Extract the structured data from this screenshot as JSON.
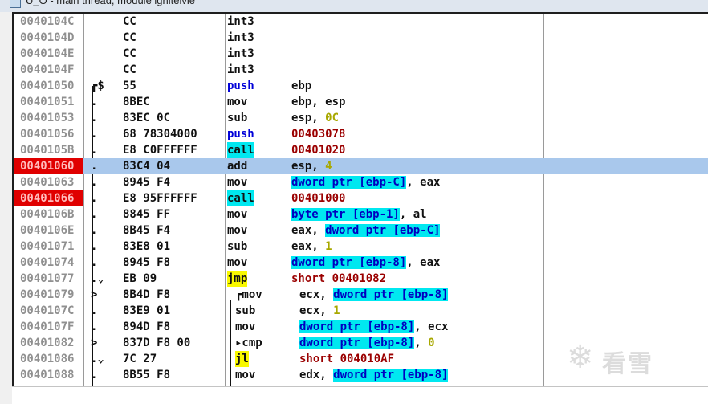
{
  "window": {
    "title": "U_O - main thread, module ignitelvie"
  },
  "rows": [
    {
      "addr": "0040104C",
      "marker": "",
      "hex": "CC",
      "mnemonic": "int3",
      "ops": []
    },
    {
      "addr": "0040104D",
      "marker": "",
      "hex": "CC",
      "mnemonic": "int3",
      "ops": []
    },
    {
      "addr": "0040104E",
      "marker": "",
      "hex": "CC",
      "mnemonic": "int3",
      "ops": []
    },
    {
      "addr": "0040104F",
      "marker": "",
      "hex": "CC",
      "mnemonic": "int3",
      "ops": []
    },
    {
      "addr": "00401050",
      "marker": "┏$",
      "hex": "55",
      "mnemonic": "push",
      "mnemonic_style": "push",
      "ops": [
        {
          "t": "ebp"
        }
      ]
    },
    {
      "addr": "00401051",
      "marker": ".",
      "hex": "8BEC",
      "mnemonic": "mov",
      "ops": [
        {
          "t": "ebp, esp"
        }
      ]
    },
    {
      "addr": "00401053",
      "marker": ".",
      "hex": "83EC 0C",
      "mnemonic": "sub",
      "ops": [
        {
          "t": "esp, "
        },
        {
          "t": "0C",
          "s": "yel"
        }
      ]
    },
    {
      "addr": "00401056",
      "marker": ".",
      "hex": "68 78304000",
      "mnemonic": "push",
      "mnemonic_style": "push",
      "ops": [
        {
          "t": "00403078",
          "s": "red"
        }
      ]
    },
    {
      "addr": "0040105B",
      "marker": ".",
      "hex": "E8 C0FFFFFF",
      "mnemonic": "call",
      "mnemonic_style": "call",
      "ops": [
        {
          "t": "00401020",
          "s": "red"
        }
      ]
    },
    {
      "addr": "00401060",
      "marker": ".",
      "hex": "83C4 04",
      "mnemonic": "add",
      "selected": true,
      "breakpoint": true,
      "ops": [
        {
          "t": "esp, "
        },
        {
          "t": "4",
          "s": "yel"
        }
      ]
    },
    {
      "addr": "00401063",
      "marker": ".",
      "hex": "8945 F4",
      "mnemonic": "mov",
      "ops": [
        {
          "t": "dword ptr [ebp-C]",
          "s": "mem"
        },
        {
          "t": ", eax"
        }
      ]
    },
    {
      "addr": "00401066",
      "marker": ".",
      "hex": "E8 95FFFFFF",
      "mnemonic": "call",
      "mnemonic_style": "call",
      "breakpoint": true,
      "ops": [
        {
          "t": "00401000",
          "s": "red"
        }
      ]
    },
    {
      "addr": "0040106B",
      "marker": ".",
      "hex": "8845 FF",
      "mnemonic": "mov",
      "ops": [
        {
          "t": "byte ptr [ebp-1]",
          "s": "mem"
        },
        {
          "t": ", al"
        }
      ]
    },
    {
      "addr": "0040106E",
      "marker": ".",
      "hex": "8B45 F4",
      "mnemonic": "mov",
      "ops": [
        {
          "t": "eax, "
        },
        {
          "t": "dword ptr [ebp-C]",
          "s": "mem"
        }
      ]
    },
    {
      "addr": "00401071",
      "marker": ".",
      "hex": "83E8 01",
      "mnemonic": "sub",
      "ops": [
        {
          "t": "eax, "
        },
        {
          "t": "1",
          "s": "yel"
        }
      ]
    },
    {
      "addr": "00401074",
      "marker": ".",
      "hex": "8945 F8",
      "mnemonic": "mov",
      "ops": [
        {
          "t": "dword ptr [ebp-8]",
          "s": "mem"
        },
        {
          "t": ", eax"
        }
      ]
    },
    {
      "addr": "00401077",
      "marker": ".⌄",
      "hex": "EB 09",
      "mnemonic": "jmp",
      "mnemonic_style": "jmp",
      "ops": [
        {
          "t": "short 00401082",
          "s": "red"
        }
      ]
    },
    {
      "addr": "00401079",
      "marker": ">",
      "hex": "8B4D F8",
      "mnemonic": "┏mov",
      "indent": true,
      "ops": [
        {
          "t": "ecx, "
        },
        {
          "t": "dword ptr [ebp-8]",
          "s": "mem"
        }
      ]
    },
    {
      "addr": "0040107C",
      "marker": ".",
      "hex": "83E9 01",
      "mnemonic": "sub",
      "indent": true,
      "ops": [
        {
          "t": "ecx, "
        },
        {
          "t": "1",
          "s": "yel"
        }
      ]
    },
    {
      "addr": "0040107F",
      "marker": ".",
      "hex": "894D F8",
      "mnemonic": "mov",
      "indent": true,
      "ops": [
        {
          "t": "dword ptr [ebp-8]",
          "s": "mem"
        },
        {
          "t": ", ecx"
        }
      ]
    },
    {
      "addr": "00401082",
      "marker": ">",
      "hex": "837D F8 00",
      "mnemonic": "▸cmp",
      "indent": true,
      "ops": [
        {
          "t": "dword ptr [ebp-8]",
          "s": "mem"
        },
        {
          "t": ", "
        },
        {
          "t": "0",
          "s": "yel"
        }
      ]
    },
    {
      "addr": "00401086",
      "marker": ".⌄",
      "hex": "7C 27",
      "mnemonic": "jl",
      "mnemonic_style": "jmp",
      "indent": true,
      "ops": [
        {
          "t": "short 004010AF",
          "s": "red"
        }
      ]
    },
    {
      "addr": "00401088",
      "marker": ".",
      "hex": "8B55 F8",
      "mnemonic": "mov",
      "indent": true,
      "ops": [
        {
          "t": "edx, "
        },
        {
          "t": "dword ptr [ebp-8]",
          "s": "mem"
        }
      ]
    }
  ],
  "watermark": {
    "glyph": "❄",
    "text": "看雪"
  },
  "colors": {
    "selected_row": "#a9c8ec",
    "breakpoint": "#e00000",
    "call_highlight": "#00e8f0",
    "jump_highlight": "#f8f800",
    "immediate": "#a8a800",
    "address_operand": "#9b0000"
  }
}
